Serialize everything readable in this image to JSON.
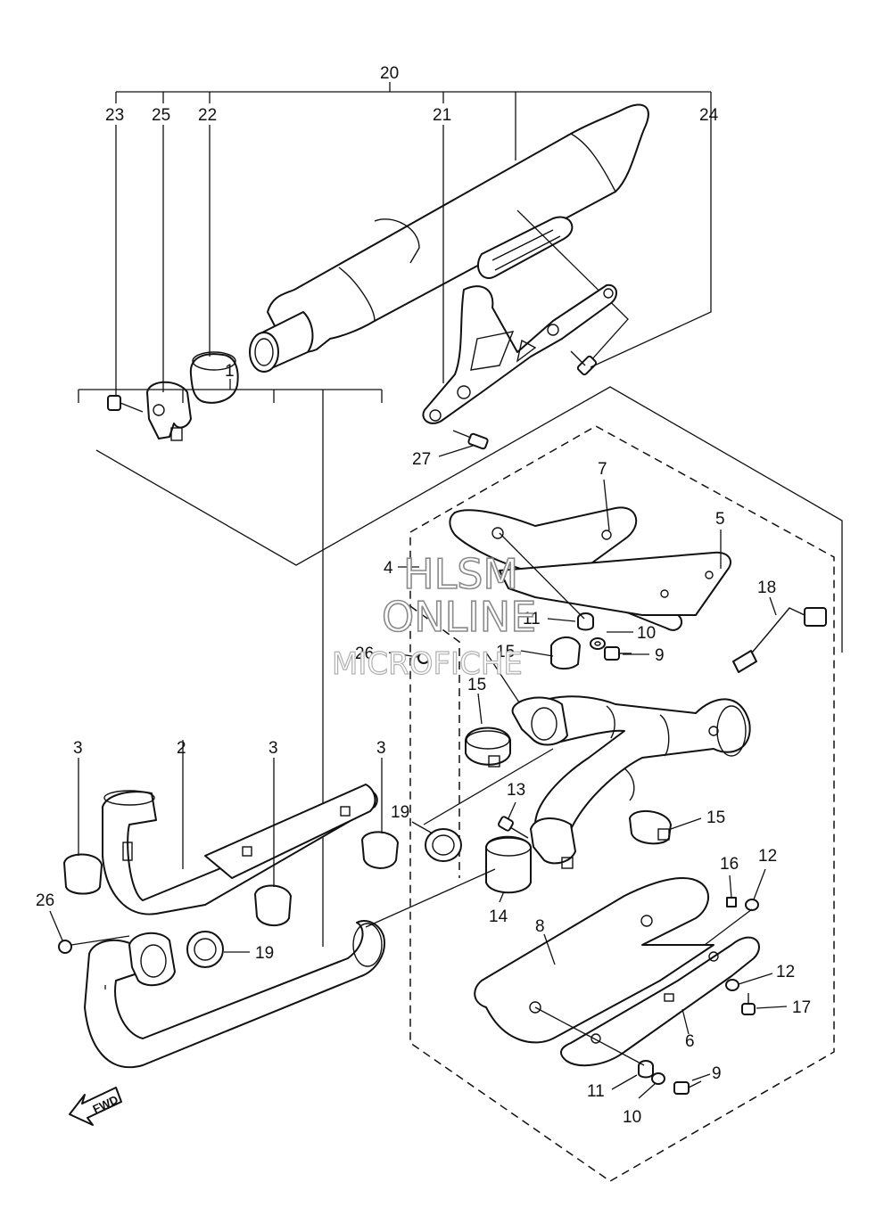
{
  "callouts": {
    "c20": "20",
    "c23": "23",
    "c25": "25",
    "c22": "22",
    "c21": "21",
    "c24": "24",
    "c27": "27",
    "c7": "7",
    "c5": "5",
    "c4": "4",
    "c18": "18",
    "c11a": "11",
    "c10a": "10",
    "c9a": "9",
    "c26a": "26",
    "c15a": "15",
    "c15b": "15",
    "c1": "1",
    "c3a": "3",
    "c2": "2",
    "c3b": "3",
    "c3c": "3",
    "c13": "13",
    "c19a": "19",
    "c15c": "15",
    "c16": "16",
    "c12a": "12",
    "c26b": "26",
    "c19b": "19",
    "c14": "14",
    "c8": "8",
    "c12b": "12",
    "c17": "17",
    "c6": "6",
    "c9b": "9",
    "c11b": "11",
    "c10b": "10"
  },
  "fwd_badge": "FWD",
  "watermark": {
    "line1": "HLSM",
    "line2": "ONLINE",
    "line3": "MICROFICHE"
  }
}
